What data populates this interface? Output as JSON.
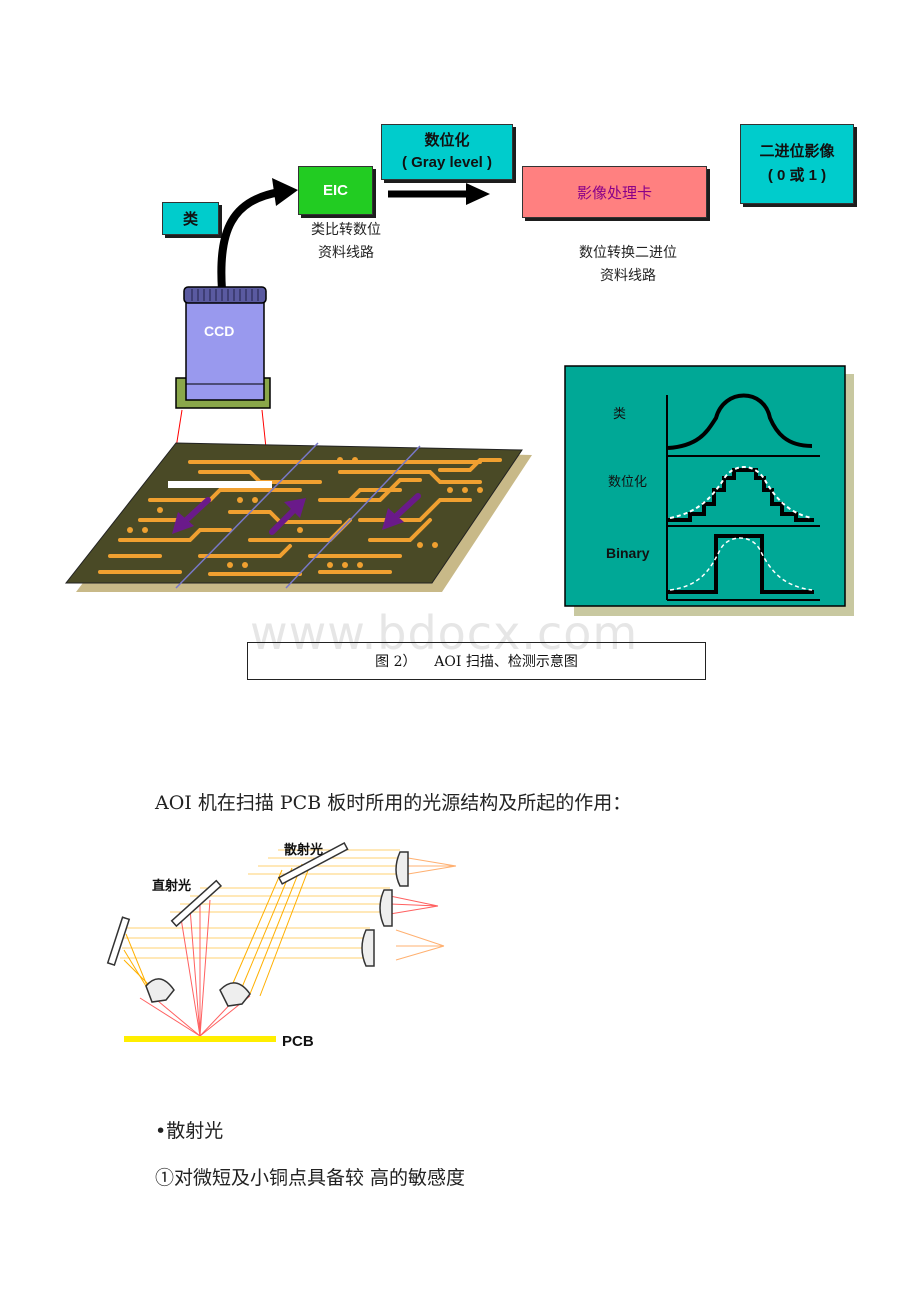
{
  "diagram1": {
    "label_analog": "类",
    "eic_label": "EIC",
    "eic_caption_line1": "类比转数位",
    "eic_caption_line2": "资料线路",
    "digitize_line1": "数位化",
    "digitize_line2": "( Gray level )",
    "card_label": "影像处理卡",
    "card_caption_line1": "数位转换二进位",
    "card_caption_line2": "资料线路",
    "binary_line1": "二进位影像",
    "binary_line2": "( 0  或  1 )",
    "ccd_label": "CCD",
    "signal_label_analog": "类",
    "signal_label_digital": "数位化",
    "signal_label_binary": "Binary",
    "colors": {
      "teal": "#00cccc",
      "eic_green": "#22cc22",
      "card_pink": "#ff8080",
      "board": "#4a4a26",
      "trace": "#f0a030",
      "signal_bg": "#00a896"
    }
  },
  "watermark": "www.bdocx.com",
  "figure_caption": "图 2）    AOI 扫描、检测示意图",
  "paragraph1": "AOI 机在扫描 PCB 板时所用的光源结构及所起的作用：",
  "diagram2": {
    "scatter_label": "散射光",
    "direct_label": "直射光",
    "pcb_label": "PCB"
  },
  "bullet1": "•散射光",
  "item1": "①对微短及小铜点具备较 高的敏感度"
}
